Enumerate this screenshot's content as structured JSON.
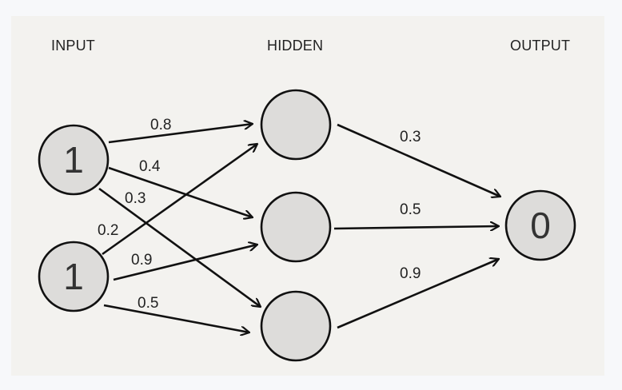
{
  "layers": {
    "input_label": "INPUT",
    "hidden_label": "HIDDEN",
    "output_label": "OUTPUT"
  },
  "nodes": {
    "input": [
      {
        "value": "1"
      },
      {
        "value": "1"
      }
    ],
    "hidden": [
      {
        "value": ""
      },
      {
        "value": ""
      },
      {
        "value": ""
      }
    ],
    "output": [
      {
        "value": "0"
      }
    ]
  },
  "weights": {
    "i1_h1": "0.8",
    "i1_h2": "0.4",
    "i1_h3": "0.3",
    "i2_h1": "0.2",
    "i2_h2": "0.9",
    "i2_h3": "0.5",
    "h1_o1": "0.3",
    "h2_o1": "0.5",
    "h3_o1": "0.9"
  },
  "colors": {
    "node_fill": "#dddcda",
    "stroke": "#111111",
    "panel": "#f3f2ef"
  }
}
